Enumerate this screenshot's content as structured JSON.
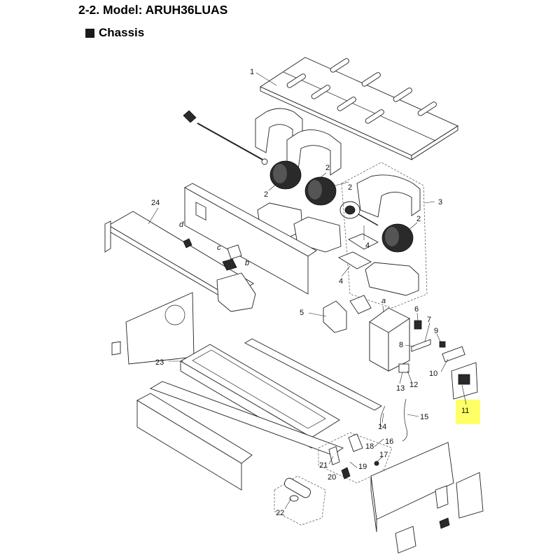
{
  "header": {
    "title": "2-2. Model: ARUH36LUAS",
    "section": "Chassis"
  },
  "highlight": {
    "part": "11",
    "color": "#ffff66"
  },
  "callouts": {
    "c1": "1",
    "c2a": "2",
    "c2b": "2",
    "c2c": "2",
    "c2d": "2",
    "c3": "3",
    "c4a": "4",
    "c4b": "4",
    "c5": "5",
    "c6": "6",
    "c7": "7",
    "c8": "8",
    "c9": "9",
    "c10": "10",
    "c11": "11",
    "c12": "12",
    "c13": "13",
    "c14": "14",
    "c15": "15",
    "c16": "16",
    "c17": "17",
    "c18": "18",
    "c19": "19",
    "c20": "20",
    "c21": "21",
    "c22": "22",
    "c23": "23",
    "c24": "24",
    "ca": "a",
    "cb": "b",
    "cc": "c",
    "cd": "d"
  }
}
